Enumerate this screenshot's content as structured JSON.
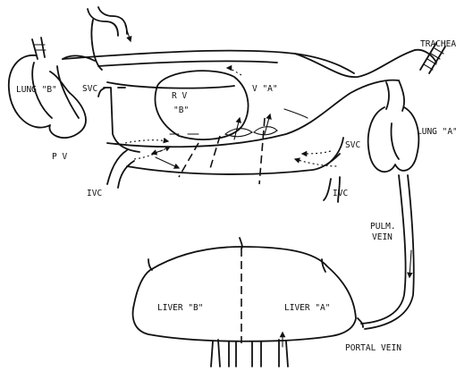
{
  "labels": {
    "lung_b": "LUNG \"B\"",
    "svc_left": "SVC",
    "pv": "P V",
    "ivc_left": "IVC",
    "rv": "R V",
    "rv_b": "\"B\"",
    "v_a": "V \"A\"",
    "svc_right": "SVC",
    "ivc_right": "IVC",
    "trachea": "TRACHEA",
    "lung_a": "LUNG \"A\"",
    "pulm": "PULM.",
    "vein": "VEIN",
    "liver_b": "LIVER \"B\"",
    "liver_a": "LIVER \"A\"",
    "portal_vein": "PORTAL VEIN"
  }
}
